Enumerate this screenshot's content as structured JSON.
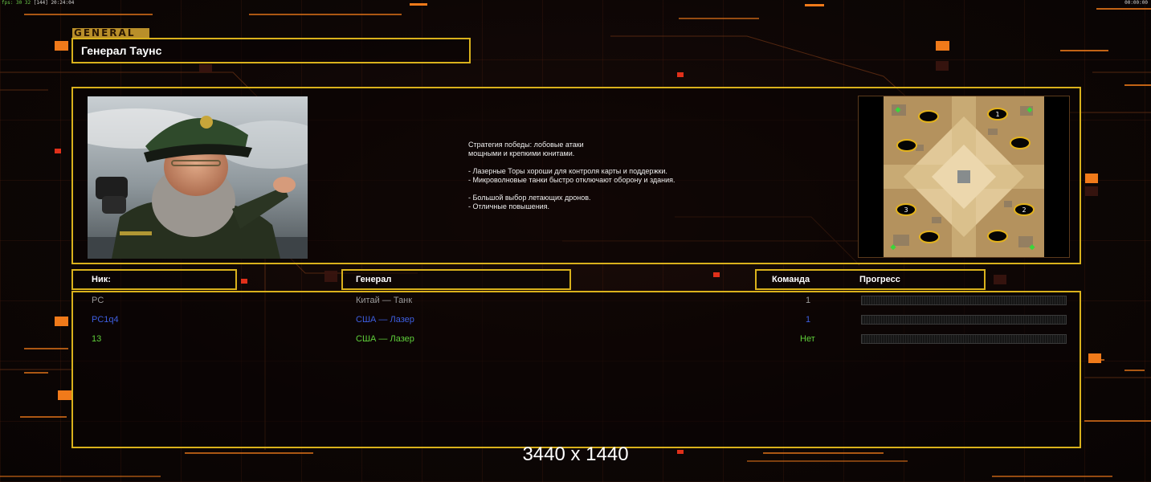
{
  "status_bar": {
    "fps_label": "fps: 30 32",
    "counter": "[144]",
    "clock": "20:24:04",
    "right_clock": "00:00:00"
  },
  "general_tag": "GENERAL",
  "title": "Генерал Таунс",
  "portrait_alt": "general-portrait",
  "strategy": {
    "line1": "Стратегия победы: лобовые атаки",
    "line2": "мощными и крепкими юнитами.",
    "line3": "- Лазерные Торы хороши для контроля карты и поддержки.",
    "line4": "- Микроволновые танки быстро отключают оборону и здания.",
    "line5": "- Большой выбор летающих дронов.",
    "line6": "- Отличные повышения."
  },
  "map": {
    "start_positions": [
      "1",
      "2",
      "3"
    ]
  },
  "headers": {
    "nick": "Ник:",
    "general": "Генерал",
    "team": "Команда",
    "progress": "Прогресс"
  },
  "players": [
    {
      "nick": "PC",
      "general": "Китай — Танк",
      "team": "1",
      "progress": 0,
      "color": "#9a9a9a"
    },
    {
      "nick": "PC1q4",
      "general": "США — Лазер",
      "team": "1",
      "progress": 0,
      "color": "#3d5ee0"
    },
    {
      "nick": "13",
      "general": "США — Лазер",
      "team": "Нет",
      "progress": 0,
      "color": "#5fcf3a"
    }
  ],
  "resolution_label": "3440 x 1440",
  "colors": {
    "accent": "#d9b11c",
    "background": "#0b0504",
    "deco_orange": "#f07a1a"
  }
}
